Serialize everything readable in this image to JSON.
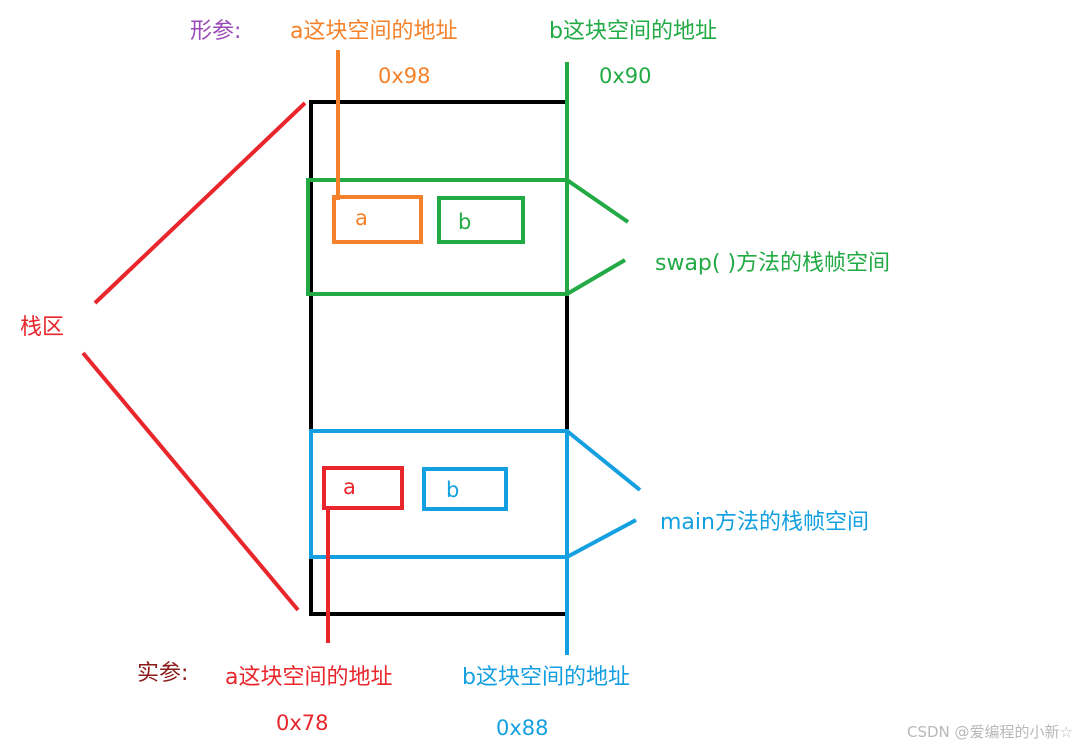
{
  "colors": {
    "stack": "#e8262c",
    "swap": "#22aa44",
    "main": "#14a0e0",
    "param_a": "#f5822a",
    "formal_label": "#9a4ab8",
    "actual_label": "#8b1a1a",
    "outline": "#000000"
  },
  "stack_label": "栈区",
  "formal": {
    "label": "形参:",
    "a_desc": "a这块空间的地址",
    "a_addr": "0x98",
    "b_desc": "b这块空间的地址",
    "b_addr": "0x90"
  },
  "swap_frame": {
    "label": "swap( )方法的栈帧空间",
    "var_a": "a",
    "var_b": "b"
  },
  "main_frame": {
    "label": "main方法的栈帧空间",
    "var_a": "a",
    "var_b": "b"
  },
  "actual": {
    "label": "实参:",
    "a_desc": "a这块空间的地址",
    "a_addr": "0x78",
    "b_desc": "b这块空间的地址",
    "b_addr": "0x88"
  },
  "watermark": "CSDN @爱编程的小新☆"
}
